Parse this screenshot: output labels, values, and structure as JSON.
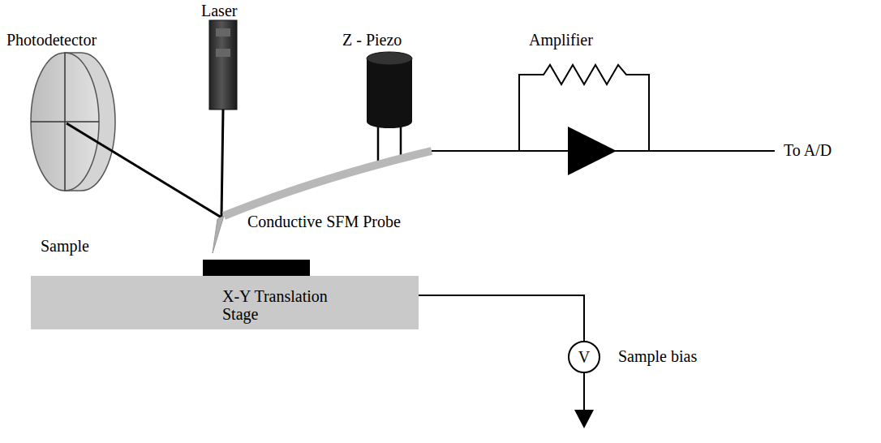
{
  "diagram": {
    "nodes": [
      {
        "text": [
          "X-Y Translation Stage"
        ]
      },
      {
        "text": [
          "V",
          "Sample bias"
        ]
      }
    ],
    "edges": [
      {
        "from": 0,
        "to": 1,
        "arrow": "none"
      }
    ],
    "labels": [
      "Photodetector",
      "Laser",
      "Z - Piezo",
      "Amplifier",
      "Conductive SFM Probe",
      "To A/D",
      "Sample"
    ]
  }
}
